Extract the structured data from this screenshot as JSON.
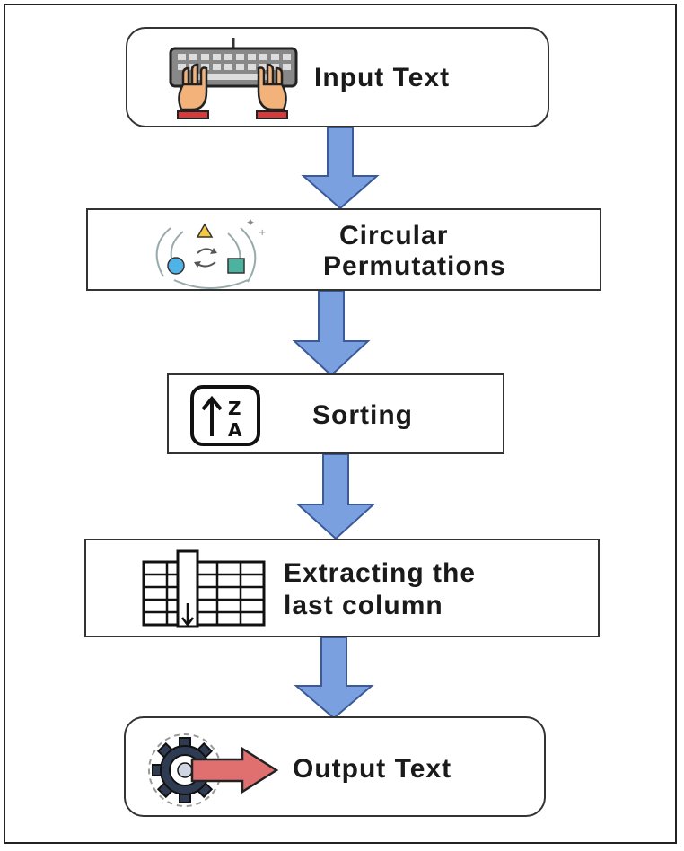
{
  "steps": [
    {
      "label": "Input Text",
      "icon": "keyboard-hands-icon"
    },
    {
      "label_lines": [
        "Circular",
        "Permutations"
      ],
      "icon": "circular-permutation-icon"
    },
    {
      "label": "Sorting",
      "icon": "sort-za-icon"
    },
    {
      "label_lines": [
        "Extracting the",
        "last column"
      ],
      "icon": "table-column-icon"
    },
    {
      "label": "Output Text",
      "icon": "gear-output-icon"
    }
  ],
  "colors": {
    "arrow_fill": "#7aa0e0",
    "arrow_stroke": "#3a5a9a",
    "border": "#333333"
  }
}
